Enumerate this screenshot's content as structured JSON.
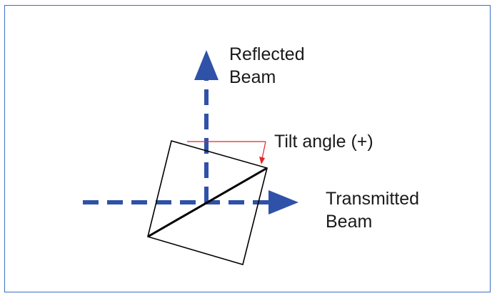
{
  "diagram": {
    "labels": {
      "reflected_line1": "Reflected",
      "reflected_line2": "Beam",
      "transmitted_line1": "Transmitted",
      "transmitted_line2": "Beam",
      "tilt": "Tilt angle (+)"
    },
    "colors": {
      "beam": "#2f52a8",
      "tilt_marker": "#e0262a",
      "cube_outline": "#000000",
      "frame_border": "#3a6fc0"
    }
  }
}
